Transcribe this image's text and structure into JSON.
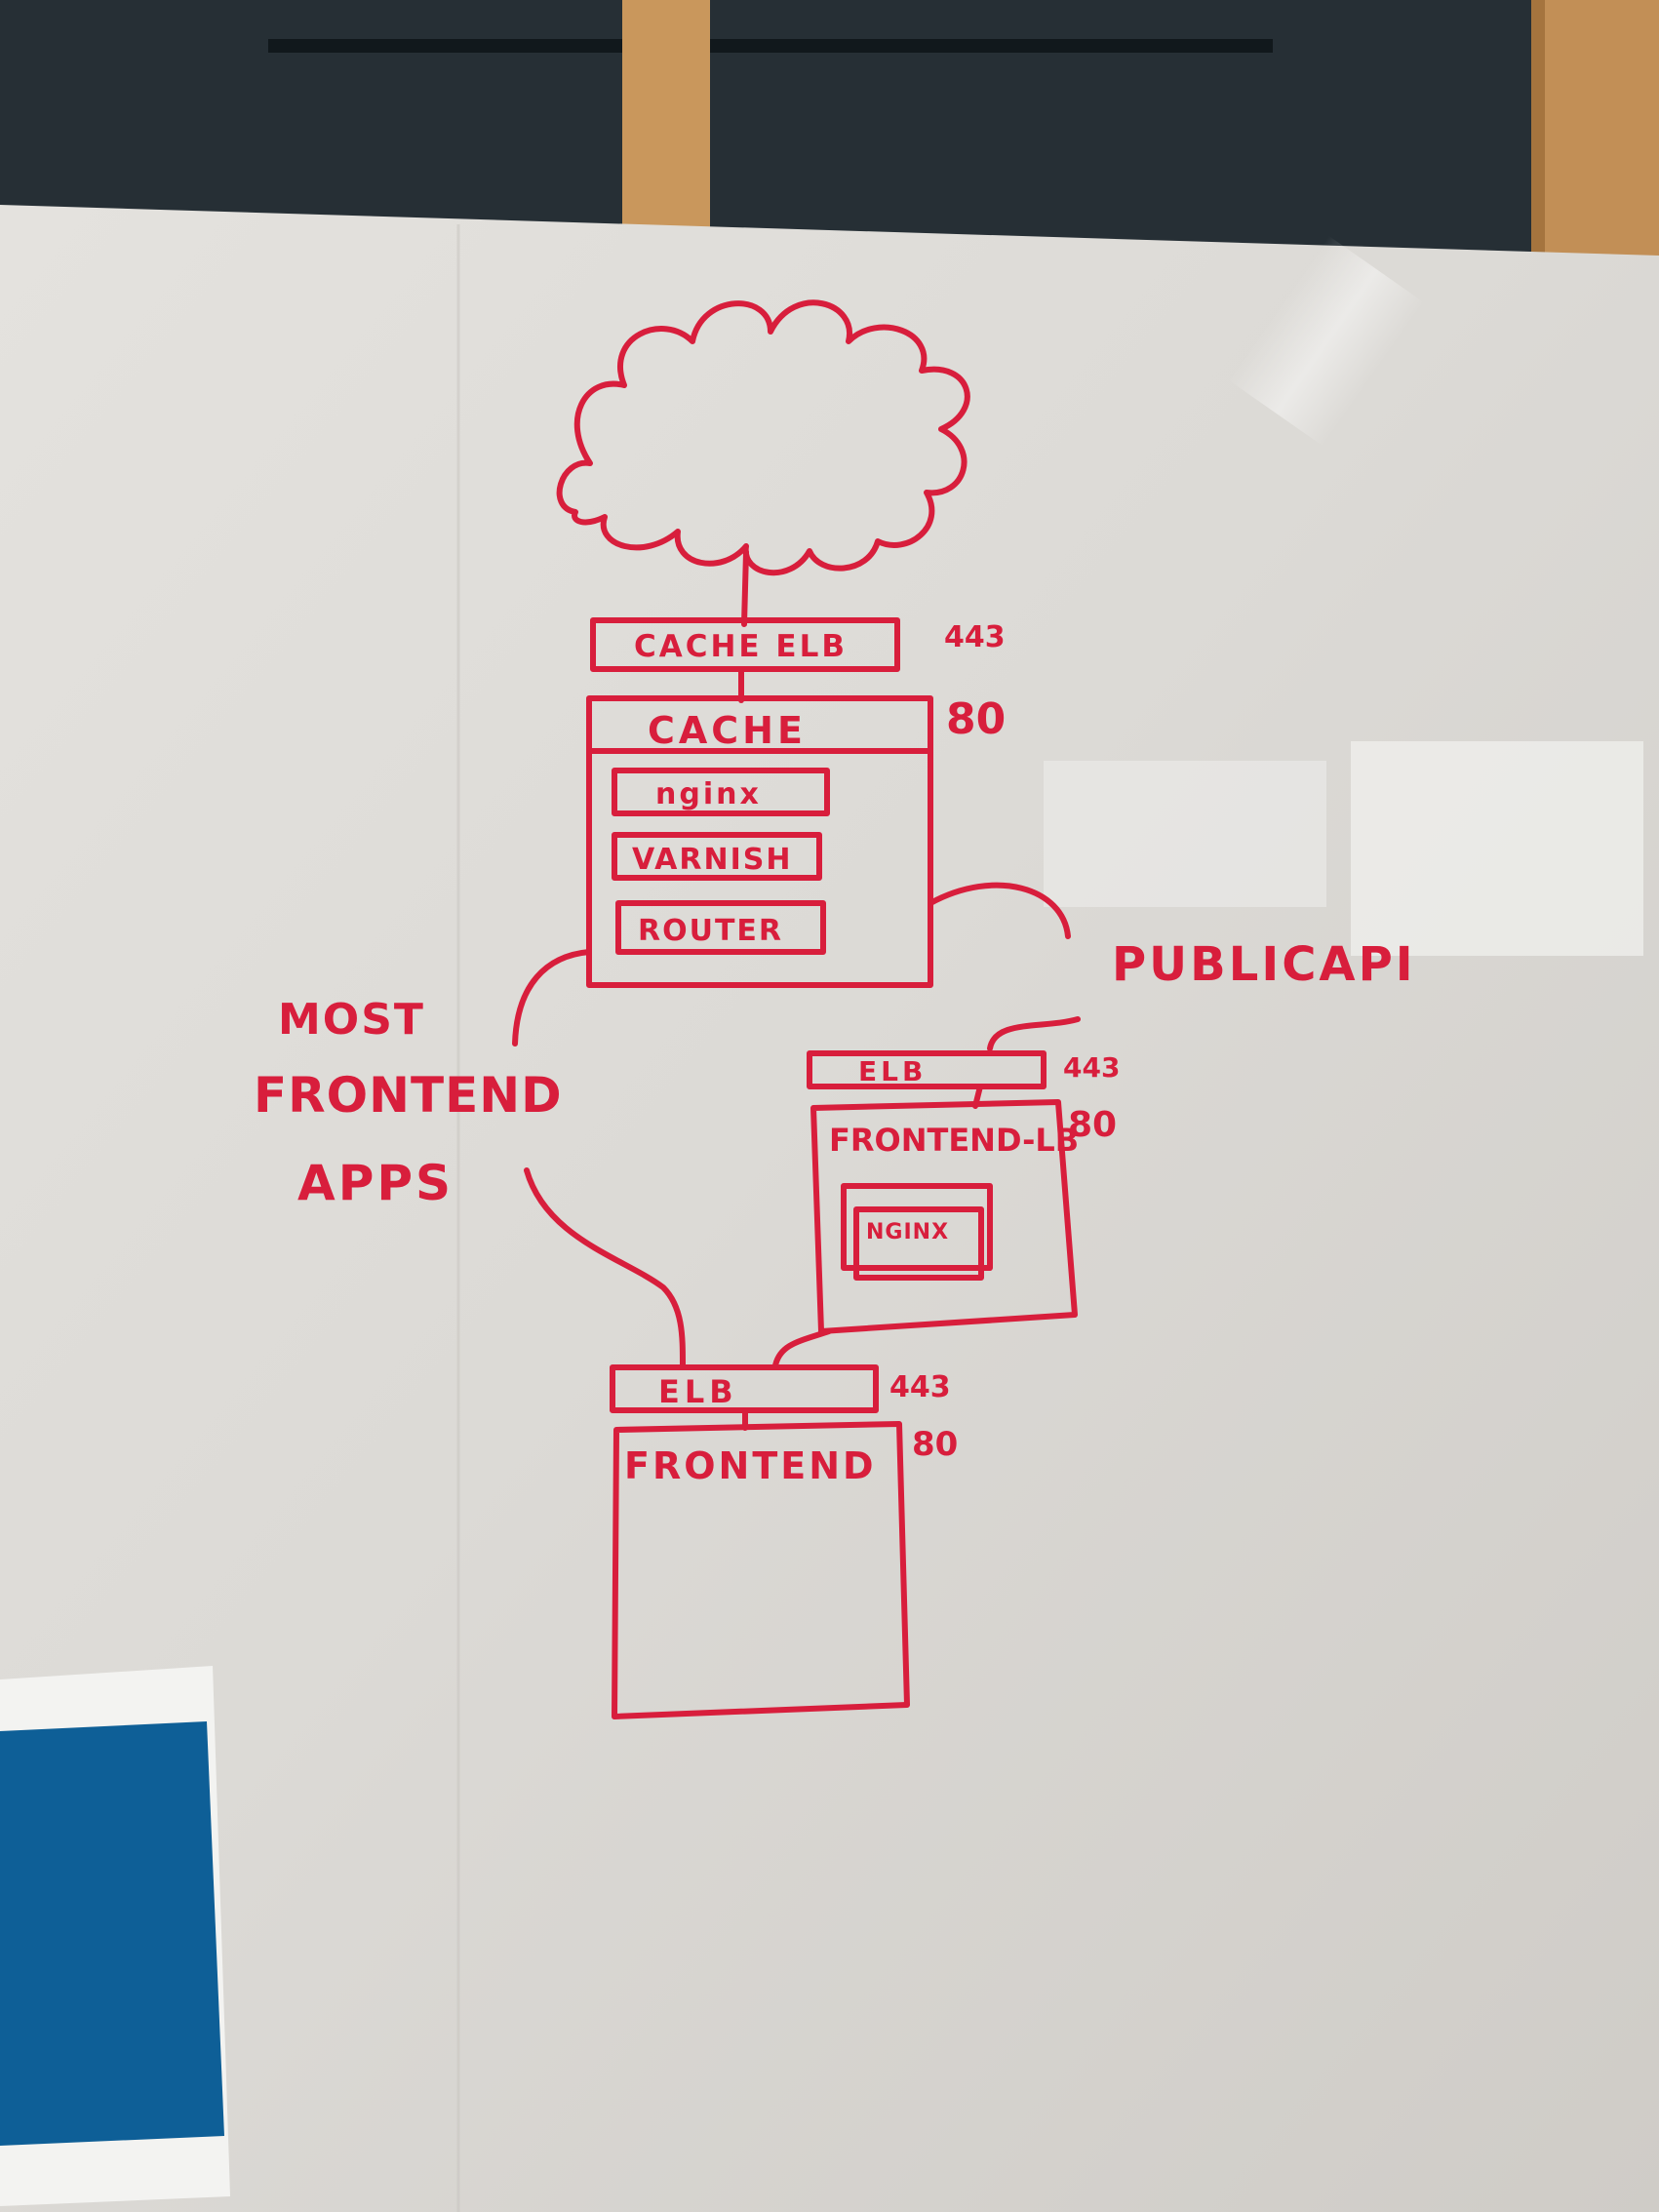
{
  "colors": {
    "ink": "#d81e3c",
    "board": "#d9d7d2",
    "wall": "#262f35",
    "wood": "#c9975c",
    "poster": "#0e5f97"
  },
  "diagram": {
    "cloud_icon": "cloud-icon",
    "cache_elb": {
      "label": "CACHE ELB",
      "port": "443"
    },
    "cache": {
      "label": "CACHE",
      "port": "80",
      "items": [
        "nginx",
        "VARNISH",
        "ROUTER"
      ]
    },
    "public_api": {
      "label": "PUBLICAPI"
    },
    "most_frontend_apps": {
      "lines": [
        "MOST",
        "FRONTEND",
        "APPS"
      ]
    },
    "frontend_lb_elb": {
      "label": "ELB",
      "port": "443"
    },
    "frontend_lb": {
      "label": "FRONTEND-LB",
      "port": "80",
      "inner": "NGINX"
    },
    "frontend_elb": {
      "label": "ELB",
      "port": "443"
    },
    "frontend": {
      "label": "FRONTEND",
      "port": "80"
    }
  }
}
